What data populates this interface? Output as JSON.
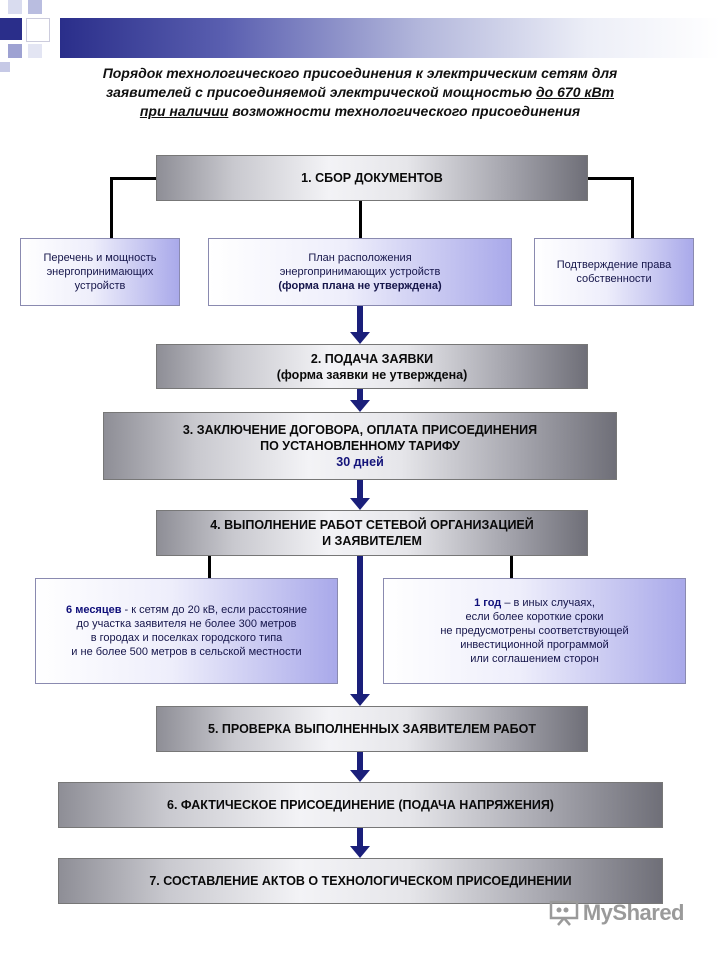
{
  "title": {
    "line1": "Порядок технологического присоединения к электрическим сетям для",
    "line2_prefix": "заявителей с присоединяемой электрической мощностью ",
    "line2_emph": "до 670 кВт",
    "line3_emph": "при наличии",
    "line3_rest": " возможности технологического присоединения"
  },
  "steps": {
    "s1": {
      "label": "1. СБОР ДОКУМЕНТОВ"
    },
    "s2": {
      "line1": "2. ПОДАЧА ЗАЯВКИ",
      "line2": "(форма заявки не утверждена)"
    },
    "s3": {
      "line1": "3. ЗАКЛЮЧЕНИЕ ДОГОВОРА, ОПЛАТА ПРИСОЕДИНЕНИЯ",
      "line2": "ПО УСТАНОВЛЕННОМУ ТАРИФУ",
      "duration": "30 дней"
    },
    "s4": {
      "line1": "4. ВЫПОЛНЕНИЕ РАБОТ СЕТЕВОЙ ОРГАНИЗАЦИЕЙ",
      "line2": "И ЗАЯВИТЕЛЕМ"
    },
    "s5": {
      "label": "5. ПРОВЕРКА ВЫПОЛНЕННЫХ ЗАЯВИТЕЛЕМ РАБОТ"
    },
    "s6": {
      "label": "6. ФАКТИЧЕСКОЕ ПРИСОЕДИНЕНИЕ (ПОДАЧА НАПРЯЖЕНИЯ)"
    },
    "s7": {
      "label": "7. СОСТАВЛЕНИЕ АКТОВ О ТЕХНОЛОГИЧЕСКОМ ПРИСОЕДИНЕНИИ"
    }
  },
  "documents": {
    "d1": {
      "line1": "Перечень и мощность",
      "line2": "энергопринимающих",
      "line3": "устройств"
    },
    "d2": {
      "line1": "План расположения",
      "line2": "энергопринимающих устройств",
      "line3": "(форма плана не утверждена)"
    },
    "d3": {
      "line1": "Подтверждение права",
      "line2": "собственности"
    }
  },
  "terms": {
    "t1": {
      "duration": "6 месяцев",
      "line1_rest": " - к сетям до 20 кВ, если расстояние",
      "line2": "до участка заявителя не более 300 метров",
      "line3": "в городах и поселках городского типа",
      "line4": "и не более 500 метров в сельской местности"
    },
    "t2": {
      "duration": "1 год",
      "line1_rest": " – в иных случаях,",
      "line2": "если более короткие сроки",
      "line3": "не предусмотрены соответствующей",
      "line4": "инвестиционной программой",
      "line5": "или соглашением сторон"
    }
  },
  "watermark": {
    "text": "MyShared"
  },
  "colors": {
    "arrow": "#1a1f7a",
    "header_band": "#2a2e8a",
    "accent_text": "#14147a"
  }
}
